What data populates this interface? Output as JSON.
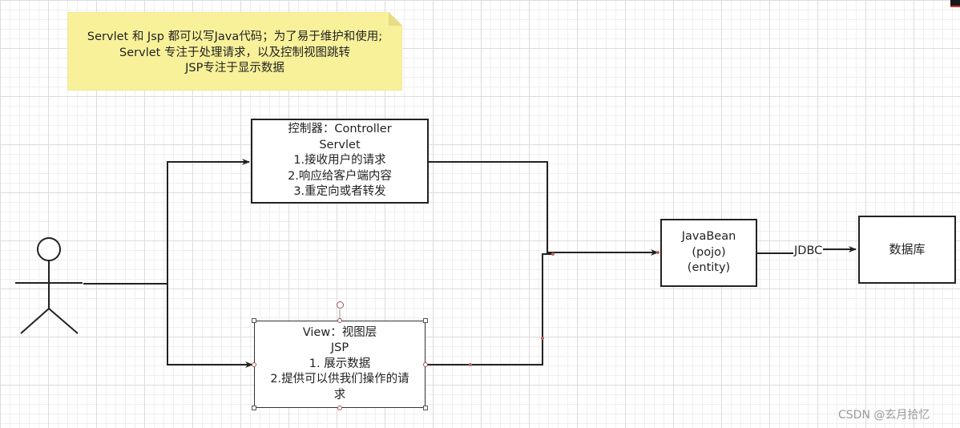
{
  "note": {
    "lines": [
      "Servlet 和 Jsp  都可以写Java代码；为了易于维护和使用;",
      "Servlet 专注于处理请求，以及控制视图跳转",
      "JSP专注于显示数据"
    ]
  },
  "controller": {
    "lines": [
      "控制器：Controller",
      "Servlet",
      "1.接收用户的请求",
      "2.响应给客户端内容",
      "3.重定向或者转发"
    ]
  },
  "view": {
    "lines": [
      "View：视图层",
      "JSP",
      "1. 展示数据",
      "2.提供可以供我们操作的请",
      "求"
    ]
  },
  "javabean": {
    "lines": [
      "JavaBean",
      "(pojo)",
      "(entity)"
    ]
  },
  "database": {
    "label": "数据库"
  },
  "jdbc_label": "JDBC",
  "watermark": "CSDN @玄月拾忆",
  "colors": {
    "note_fill": "#f8f19a",
    "stroke": "#222222",
    "grid": "#dcdcdc"
  }
}
